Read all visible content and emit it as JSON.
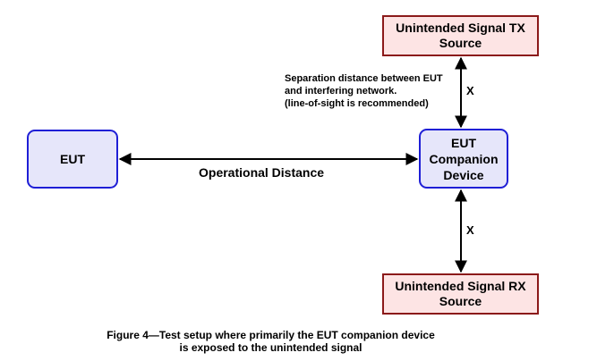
{
  "boxes": {
    "eut": "EUT",
    "companion": "EUT\nCompanion\nDevice",
    "tx_source": "Unintended Signal TX\nSource",
    "rx_source": "Unintended Signal RX\nSource"
  },
  "labels": {
    "separation": "Separation distance between EUT\nand interfering network.\n(line-of-sight is recommended)",
    "x_top": "X",
    "x_bottom": "X",
    "operational_distance": "Operational Distance"
  },
  "caption": "Figure 4—Test setup where primarily the EUT companion device\nis exposed to the unintended signal",
  "colors": {
    "blue_border": "#1f1fd6",
    "blue_fill": "#e6e6fa",
    "red_border": "#8b1a1a",
    "red_fill": "#fde4e4"
  }
}
